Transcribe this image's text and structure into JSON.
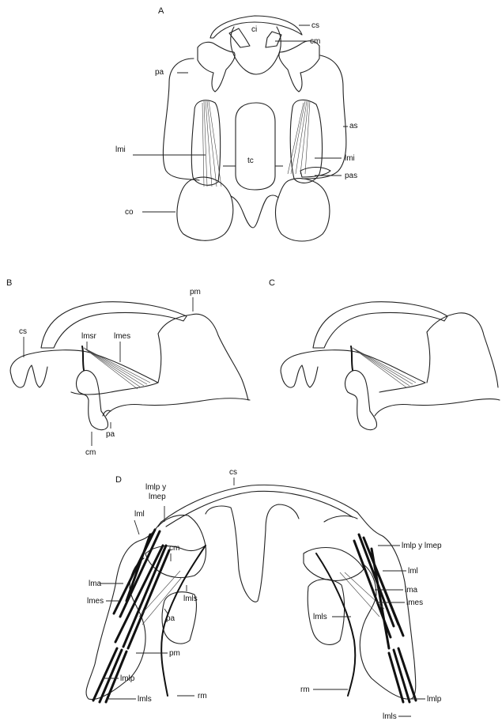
{
  "panels": {
    "A": {
      "letter": "A",
      "labels": {
        "cs": "cs",
        "ci": "ci",
        "cm": "cm",
        "pa": "pa",
        "as": "as",
        "lmi_left": "lmi",
        "tc": "tc",
        "lmi_right": "lmi",
        "pas": "pas",
        "co": "co"
      }
    },
    "B": {
      "letter": "B",
      "labels": {
        "pm": "pm",
        "cs": "cs",
        "lmsr": "lmsr",
        "lmes": "lmes",
        "cm": "cm",
        "pa": "pa"
      }
    },
    "C": {
      "letter": "C"
    },
    "D": {
      "letter": "D",
      "labels": {
        "cs": "cs",
        "lmlp_lmep_line1": "lmlp y",
        "lmlp_lmep_line2": "lmep",
        "lml_left": "lml",
        "cm": "cm",
        "lma_left": "lma",
        "lmes_left": "lmes",
        "lmls_left": "lmls",
        "pa": "pa",
        "pm": "pm",
        "lmlp_left": "lmlp",
        "lmls_bottom_left": "lmls",
        "rm_left": "rm",
        "lmlp_lmep_right": "lmlp y lmep",
        "lml_right": "lml",
        "lma_right": "lma",
        "lmls_right": "lmls",
        "lmes_right": "lmes",
        "rm_right": "rm",
        "lmls_bottom_right": "lmls",
        "lmlp_right": "lmlp"
      }
    }
  }
}
